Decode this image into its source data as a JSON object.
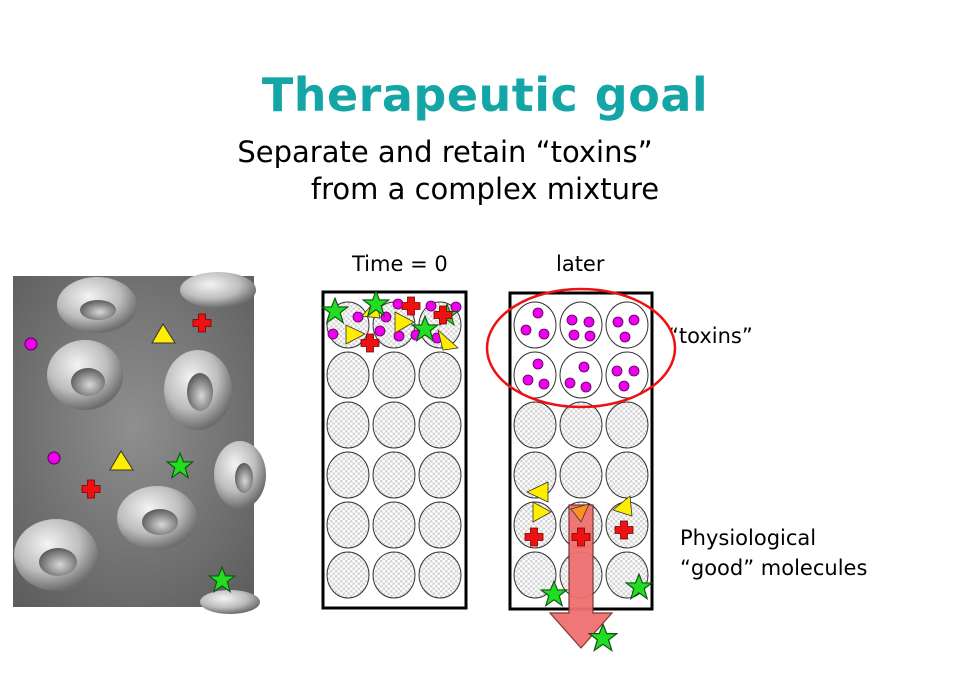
{
  "slide": {
    "title": "Therapeutic goal",
    "subtitle_line1": "Separate and retain “toxins”",
    "subtitle_line2": "from a complex mixture"
  },
  "diagram": {
    "time_zero_label": "Time = 0",
    "later_label": "later",
    "toxins_label": "“toxins”",
    "good_molecules_line1": "Physiological",
    "good_molecules_line2": "“good” molecules"
  },
  "colors": {
    "title": "#14a6a6",
    "toxin_dot": "#ee00ee",
    "good_star": "#22dd22",
    "good_cross": "#ee1111",
    "good_triangle": "#ffee00",
    "flow_arrow": "#f07070",
    "highlight_ring": "#ee1111"
  }
}
